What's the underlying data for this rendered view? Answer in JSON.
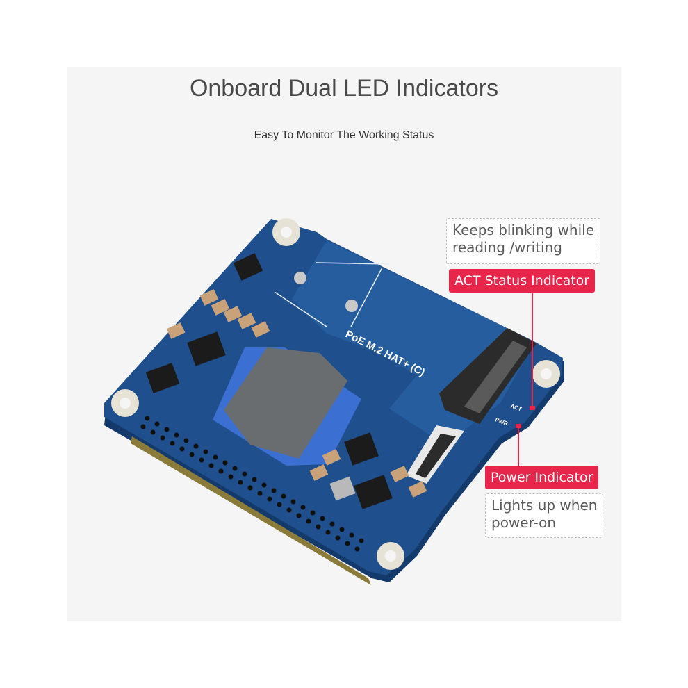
{
  "heading": {
    "title": "Onboard Dual LED Indicators",
    "subtitle": "Easy To Monitor The Working Status"
  },
  "board": {
    "silkscreen_label": "PoE M.2 HAT+ (C)",
    "act_label": "ACT",
    "pwr_label": "PWR",
    "colors": {
      "pcb": "#1f4f8c",
      "pcb_edge": "#143a6b",
      "accent": "#e8264c"
    }
  },
  "callouts": {
    "act": {
      "note_line1": "Keeps blinking while",
      "note_line2": "reading /writing",
      "tag": "ACT Status Indicator"
    },
    "power": {
      "tag": "Power Indicator",
      "note_line1": "Lights up when",
      "note_line2": "power-on"
    }
  }
}
